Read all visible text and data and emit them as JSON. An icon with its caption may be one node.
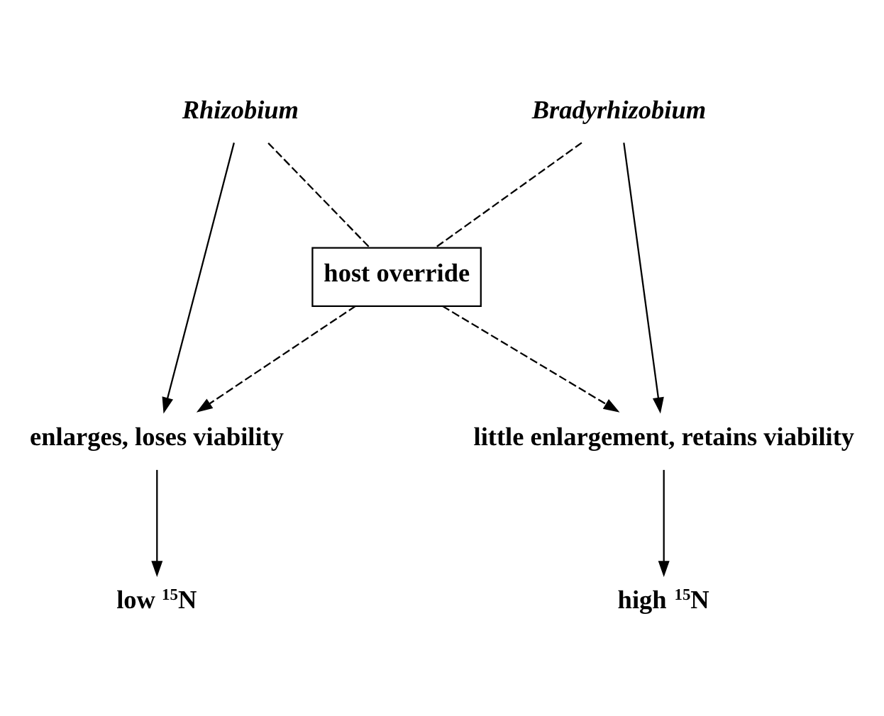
{
  "diagram": {
    "nodes": [
      {
        "text": [
          "Rhizobium"
        ]
      },
      {
        "text": [
          "Bradyrhizobium"
        ]
      },
      {
        "text": [
          "host override"
        ]
      },
      {
        "text": [
          "enlarges, loses viability"
        ]
      },
      {
        "text": [
          "little enlargement, retains viability"
        ]
      },
      {
        "text": [
          "low $^{15}$N"
        ]
      },
      {
        "text": [
          "high $^{15}$N"
        ]
      }
    ],
    "edges": [
      {
        "from": 0,
        "to": 3,
        "arrow": "to"
      },
      {
        "from": 1,
        "to": 4,
        "arrow": "to"
      },
      {
        "from": 0,
        "to": 2,
        "arrow": "none",
        "style": "dashed"
      },
      {
        "from": 1,
        "to": 2,
        "arrow": "none",
        "style": "dashed"
      },
      {
        "from": 2,
        "to": 3,
        "arrow": "to",
        "style": "dashed"
      },
      {
        "from": 2,
        "to": 4,
        "arrow": "to",
        "style": "dashed"
      },
      {
        "from": 3,
        "to": 5,
        "arrow": "to"
      },
      {
        "from": 4,
        "to": 6,
        "arrow": "to"
      }
    ]
  }
}
